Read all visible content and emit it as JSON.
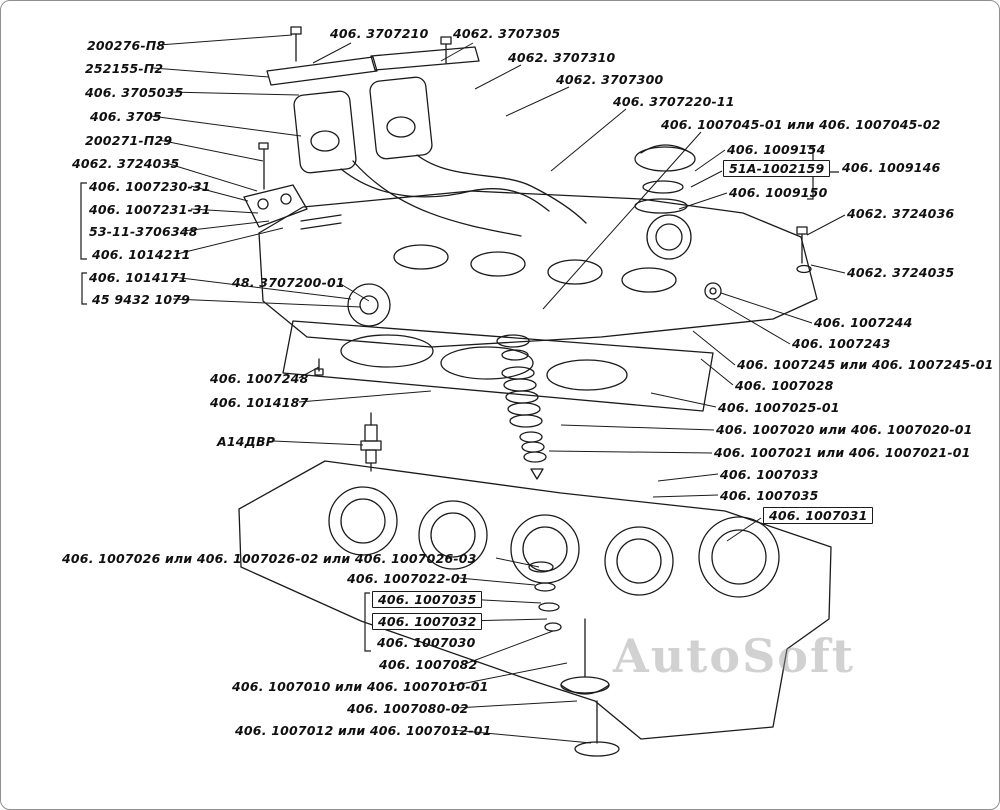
{
  "watermark": "AutoSoft",
  "labels": [
    {
      "text": "200276-П8"
    },
    {
      "text": "252155-П2"
    },
    {
      "text": "406. 3705035"
    },
    {
      "text": "406. 3705"
    },
    {
      "text": "200271-П29"
    },
    {
      "text": "4062. 3724035"
    },
    {
      "text": "406. 1007230-31"
    },
    {
      "text": "406. 1007231-31"
    },
    {
      "text": "53-11-3706348"
    },
    {
      "text": "406. 1014211"
    },
    {
      "text": "406. 1014171"
    },
    {
      "text": "45 9432 1079"
    },
    {
      "text": "406. 3707210"
    },
    {
      "text": "4062. 3707305"
    },
    {
      "text": "4062. 3707310"
    },
    {
      "text": "4062. 3707300"
    },
    {
      "text": "406. 3707220-11"
    },
    {
      "text": "406. 1007045-01 или 406. 1007045-02"
    },
    {
      "text": "406. 1009154"
    },
    {
      "text": "51А-1002159",
      "boxed": true
    },
    {
      "text": "406. 1009146"
    },
    {
      "text": "406. 1009150"
    },
    {
      "text": "4062. 3724036"
    },
    {
      "text": "4062. 3724035"
    },
    {
      "text": "406. 1007244"
    },
    {
      "text": "406. 1007243"
    },
    {
      "text": "406. 1007245 или 406. 1007245-01"
    },
    {
      "text": "406. 1007028"
    },
    {
      "text": "406. 1007025-01"
    },
    {
      "text": "406. 1007020 или 406. 1007020-01"
    },
    {
      "text": "406. 1007021 или 406. 1007021-01"
    },
    {
      "text": "406. 1007033"
    },
    {
      "text": "406. 1007035"
    },
    {
      "text": "406. 1007031",
      "boxed": true
    },
    {
      "text": "48. 3707200-01"
    },
    {
      "text": "406. 1007248"
    },
    {
      "text": "406. 1014187"
    },
    {
      "text": "А14ДВР"
    },
    {
      "text": "406. 1007026 или 406. 1007026-02 или 406. 1007026-03"
    },
    {
      "text": "406. 1007022-01"
    },
    {
      "text": "406. 1007035",
      "boxed": true
    },
    {
      "text": "406. 1007032",
      "boxed": true
    },
    {
      "text": "406. 1007030"
    },
    {
      "text": "406. 1007082"
    },
    {
      "text": "406. 1007010 или 406. 1007010-01"
    },
    {
      "text": "406. 1007080-02"
    },
    {
      "text": "406. 1007012 или 406. 1007012-01"
    }
  ]
}
